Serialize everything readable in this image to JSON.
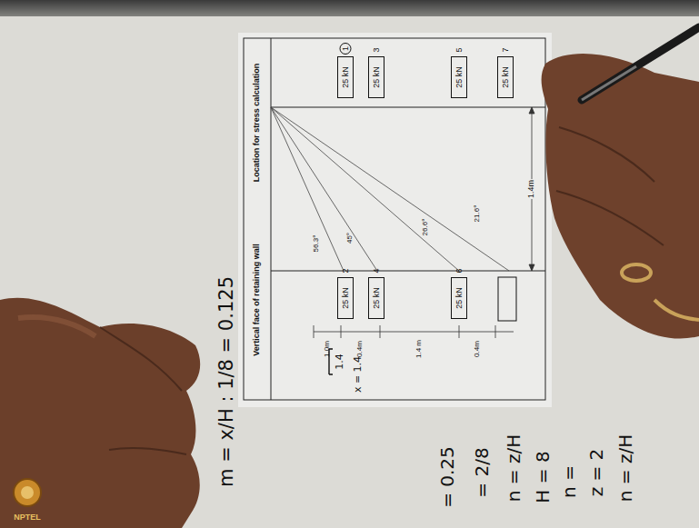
{
  "diagram": {
    "nodes": [
      {
        "text": [
          "1",
          "25 kN"
        ]
      },
      {
        "text": [
          "3",
          "25 kN"
        ]
      },
      {
        "text": [
          "5",
          "25 kN"
        ]
      },
      {
        "text": [
          "7",
          "25 kN"
        ]
      },
      {
        "text": [
          "2",
          "25 kN"
        ]
      },
      {
        "text": [
          "4",
          "25 kN"
        ]
      },
      {
        "text": [
          "6",
          "25 kN"
        ]
      }
    ],
    "labels": [
      "Location for stress calculation",
      "Vertical face of retaining wall",
      "1.4m",
      "56.3°",
      "45°",
      "26.6°",
      "21.6°",
      "1.0m",
      "0.4m",
      "1.4 m",
      "0.4m",
      "1.4",
      "x = 1.4",
      "m = x/H : 1/8 = 0.125",
      "n = z/H",
      "z = 2",
      "n =",
      "H = 8",
      "n = z/H",
      "= 2/8",
      "= 0.25",
      "NPTEL"
    ]
  }
}
